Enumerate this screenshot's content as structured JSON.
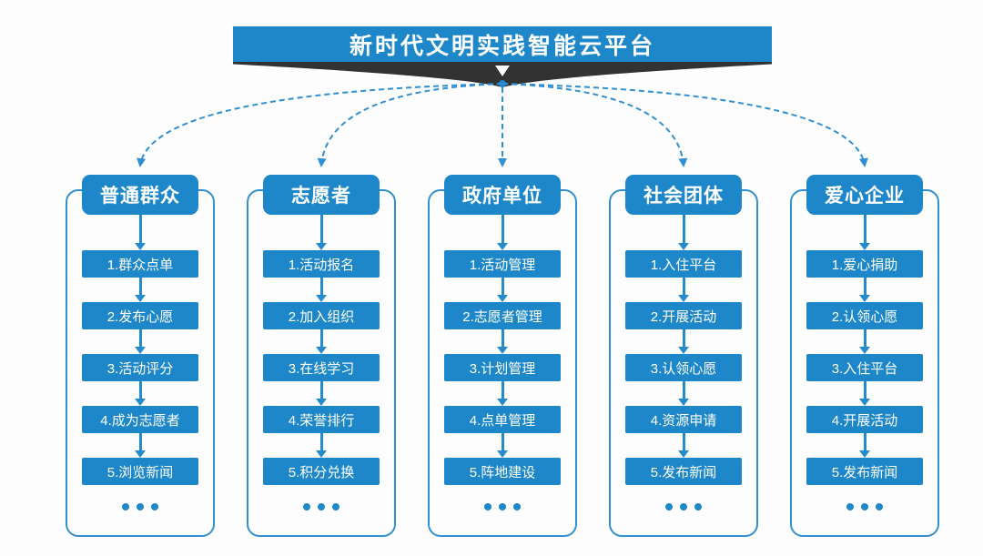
{
  "header_banner": {
    "title": "新时代文明实践智能云平台"
  },
  "icons": {
    "funnel-down-arrow-icon": "▼",
    "ellipsis-icon": "• • •",
    "flow-arrow-icon": "↓"
  },
  "colors": {
    "primary_blue": "#1E87C9",
    "connector_blue": "#2F8FD2",
    "solid_arrow_blue": "#258BCD",
    "outline_blue": "#3490CE",
    "dark_funnel": "#323232",
    "text_white": "#FFFFFF",
    "background": "#FDFDFD"
  },
  "columns": [
    {
      "header": "普通群众",
      "steps": [
        "1.群众点单",
        "2.发布心愿",
        "3.活动评分",
        "4.成为志愿者",
        "5.浏览新闻"
      ]
    },
    {
      "header": "志愿者",
      "steps": [
        "1.活动报名",
        "2.加入组织",
        "3.在线学习",
        "4.荣誉排行",
        "5.积分兑换"
      ]
    },
    {
      "header": "政府单位",
      "steps": [
        "1.活动管理",
        "2.志愿者管理",
        "3.计划管理",
        "4.点单管理",
        "5.阵地建设"
      ]
    },
    {
      "header": "社会团体",
      "steps": [
        "1.入住平台",
        "2.开展活动",
        "3.认领心愿",
        "4.资源申请",
        "5.发布新闻"
      ]
    },
    {
      "header": "爱心企业",
      "steps": [
        "1.爱心捐助",
        "2.认领心愿",
        "3.入住平台",
        "4.开展活动",
        "5.发布新闻"
      ]
    }
  ]
}
